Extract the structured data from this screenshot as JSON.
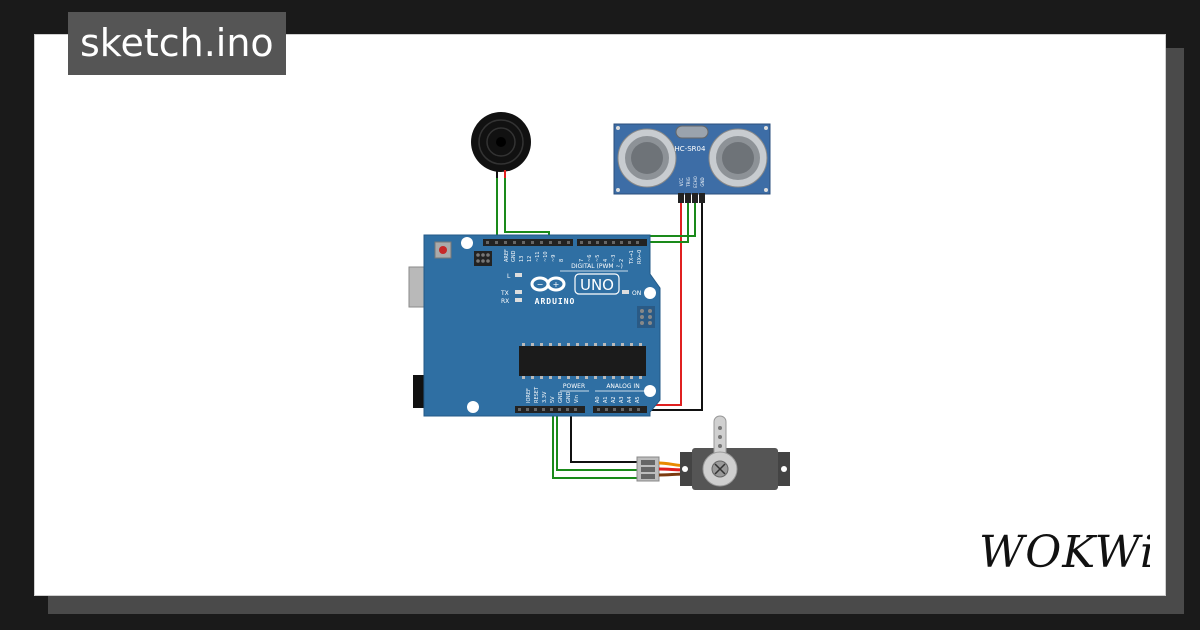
{
  "header": {
    "file_name": "sketch.ino"
  },
  "brand": {
    "name": "WOKWi"
  },
  "board": {
    "brand_text": "ARDUINO",
    "model_text": "UNO",
    "digital_label": "DIGITAL (PWM ~)",
    "power_label": "POWER",
    "analog_label": "ANALOG IN",
    "on_label": "ON",
    "led_l_label": "L",
    "led_tx_label": "TX",
    "led_rx_label": "RX",
    "aref_label": "AREF",
    "gnd_label": "GND",
    "txrx_label": "TX→1",
    "rxrx_label": "RX←0",
    "power_pins": [
      "IOREF",
      "RESET",
      "3.3V",
      "5V",
      "GND",
      "GND",
      "Vin"
    ],
    "analog_pins": [
      "A0",
      "A1",
      "A2",
      "A3",
      "A4",
      "A5"
    ],
    "digital_pins": [
      "13",
      "12",
      "~11",
      "~10",
      "~9",
      "8",
      "7",
      "~6",
      "~5",
      "4",
      "~3",
      "2"
    ]
  },
  "sensor": {
    "model_text": "HC-SR04",
    "pins": [
      "VCC",
      "TRIG",
      "ECHO",
      "GND"
    ]
  },
  "colors": {
    "board": "#2f6fa3",
    "sensor_board": "#3d6da6",
    "wire_green": "#1a8a1a",
    "wire_red": "#e02020",
    "wire_black": "#111111",
    "servo_body": "#555555"
  }
}
